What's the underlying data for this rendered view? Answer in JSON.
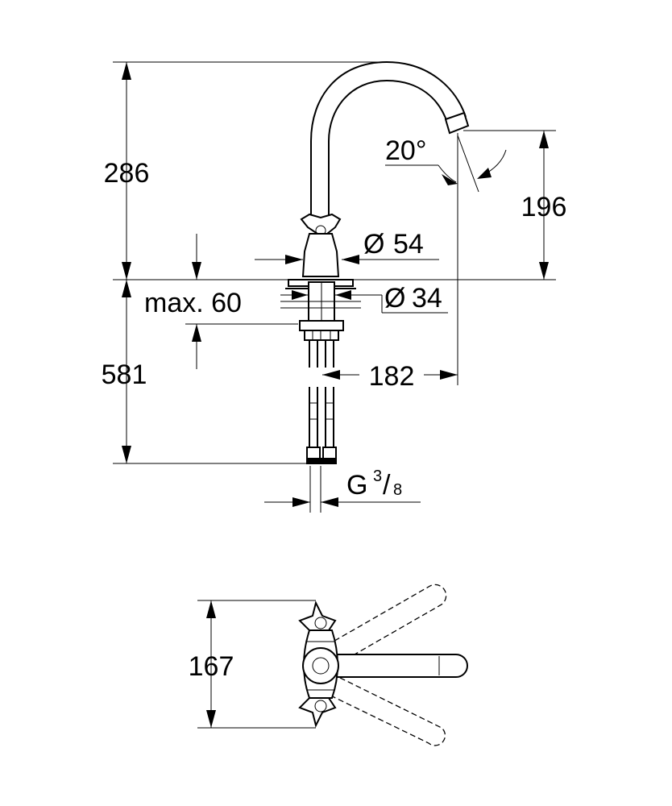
{
  "dimensions": {
    "height_total": "286",
    "spout_height": "196",
    "spout_angle": "20°",
    "body_diameter": "54",
    "body_diameter_symbol": "Ø",
    "hole_diameter": "34",
    "hole_diameter_symbol": "Ø",
    "max_deck_thickness": "max. 60",
    "hose_length": "581",
    "spout_reach": "182",
    "connection_prefix": "G",
    "connection_numerator": "3",
    "connection_slash": "/",
    "connection_denominator": "8",
    "handle_span": "167"
  }
}
